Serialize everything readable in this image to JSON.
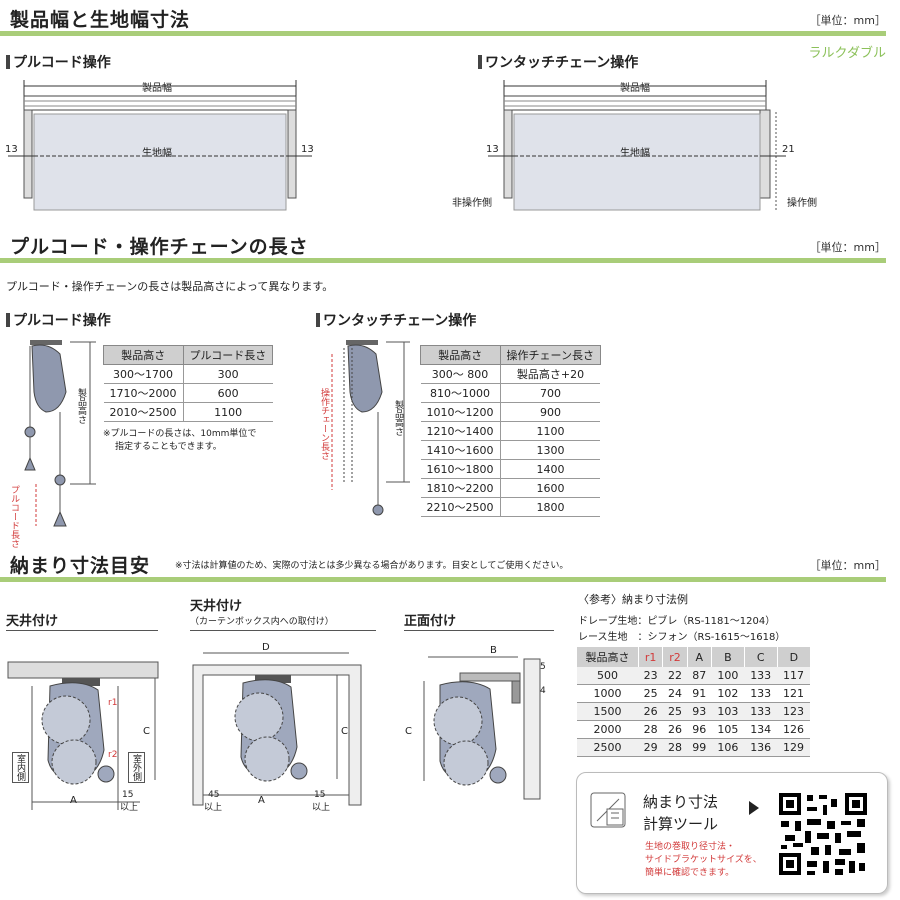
{
  "section1": {
    "title": "製品幅と生地幅寸法",
    "unit": "［単位：mm］",
    "brand": "ラルクダブル"
  },
  "pullcord_top": {
    "heading": "プルコード操作",
    "product_width": "製品幅",
    "fabric_width": "生地幅",
    "left_dim": "13",
    "right_dim": "13"
  },
  "chain_top": {
    "heading": "ワンタッチチェーン操作",
    "product_width": "製品幅",
    "fabric_width": "生地幅",
    "left_dim": "13",
    "right_dim": "21",
    "non_op_side": "非操作側",
    "op_side": "操作側"
  },
  "section2": {
    "title": "プルコード・操作チェーンの長さ",
    "unit": "［単位：mm］",
    "note": "プルコード・操作チェーンの長さは製品高さによって異なります。"
  },
  "pullcord": {
    "heading": "プルコード操作",
    "diagram_height": "製品高さ",
    "diagram_cord": "プルコード長さ",
    "headers": [
      "製品高さ",
      "プルコード長さ"
    ],
    "rows": [
      [
        "300～1700",
        "300"
      ],
      [
        "1710～2000",
        "600"
      ],
      [
        "2010～2500",
        "1100"
      ]
    ],
    "footnote1": "※プルコードの長さは、10mm単位で",
    "footnote2": "指定することもできます。"
  },
  "chain": {
    "heading": "ワンタッチチェーン操作",
    "diagram_height": "製品高さ",
    "diagram_chain": "操作チェーン長さ",
    "headers": [
      "製品高さ",
      "操作チェーン長さ"
    ],
    "rows": [
      [
        "300～ 800",
        "製品高さ+20"
      ],
      [
        "810～1000",
        "700"
      ],
      [
        "1010～1200",
        "900"
      ],
      [
        "1210～1400",
        "1100"
      ],
      [
        "1410～1600",
        "1300"
      ],
      [
        "1610～1800",
        "1400"
      ],
      [
        "1810～2200",
        "1600"
      ],
      [
        "2210～2500",
        "1800"
      ]
    ]
  },
  "section3": {
    "title": "納まり寸法目安",
    "note": "※寸法は計算値のため、実際の寸法とは多少異なる場合があります。目安としてご使用ください。",
    "unit": "［単位：mm］"
  },
  "mounts": {
    "ceiling": "天井付け",
    "ceiling_box": "天井付け",
    "ceiling_box_sub": "（カーテンボックス内への取付け）",
    "front": "正面付け",
    "indoor": "室内側",
    "outdoor": "室外側",
    "r1": "r1",
    "r2": "r2",
    "A": "A",
    "B": "B",
    "C": "C",
    "D": "D",
    "fifteen": "15",
    "over": "以上",
    "fortyfive": "45",
    "five": "5",
    "four": "4"
  },
  "reference": {
    "title": "〈参考〉納まり寸法例",
    "drape": "ドレープ生地：ピブレ（RS-1181～1204）",
    "lace": "レース生地　：シフォン（RS-1615～1618）",
    "headers": [
      "製品高さ",
      "r1",
      "r2",
      "A",
      "B",
      "C",
      "D"
    ],
    "rows": [
      [
        "500",
        "23",
        "22",
        "87",
        "100",
        "133",
        "117"
      ],
      [
        "1000",
        "25",
        "24",
        "91",
        "102",
        "133",
        "121"
      ],
      [
        "1500",
        "26",
        "25",
        "93",
        "103",
        "133",
        "123"
      ],
      [
        "2000",
        "28",
        "26",
        "96",
        "105",
        "134",
        "126"
      ],
      [
        "2500",
        "29",
        "28",
        "99",
        "106",
        "136",
        "129"
      ]
    ]
  },
  "tool": {
    "line1": "納まり寸法",
    "line2": "計算ツール",
    "desc1": "生地の巻取り径寸法・",
    "desc2": "サイドブラケットサイズを、",
    "desc3": "簡単に確認できます。"
  },
  "colors": {
    "accent": "#a9cd79",
    "red": "#d23a3a",
    "roll": "#9fa8bd",
    "brand": "#8cc15a"
  }
}
